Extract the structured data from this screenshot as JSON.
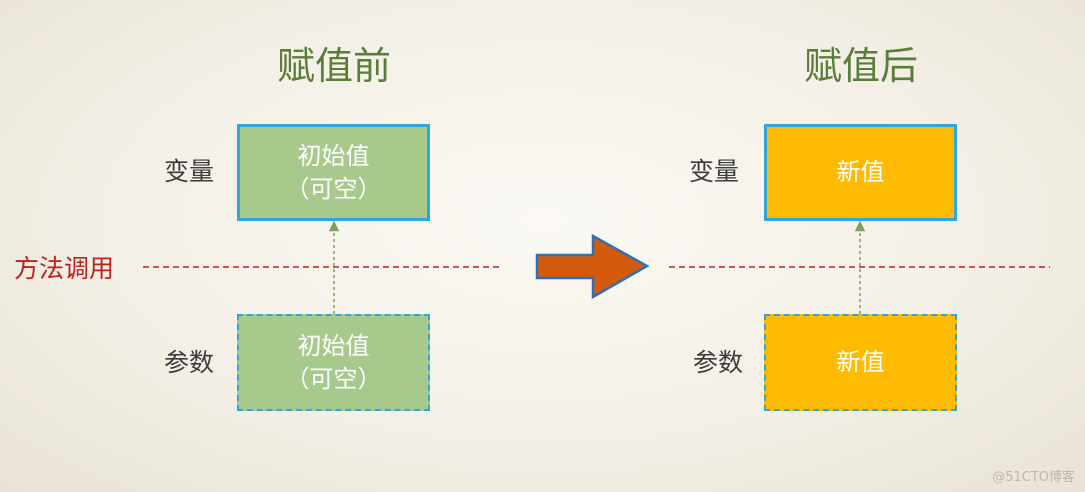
{
  "before": {
    "title": "赋值前",
    "variable_label": "变量",
    "parameter_label": "参数",
    "variable_box": {
      "line1": "初始值",
      "line2": "（可空）"
    },
    "parameter_box": {
      "line1": "初始值",
      "line2": "（可空）"
    }
  },
  "after": {
    "title": "赋值后",
    "variable_label": "变量",
    "parameter_label": "参数",
    "variable_box": {
      "line1": "新值"
    },
    "parameter_box": {
      "line1": "新值"
    }
  },
  "method_call_label": "方法调用",
  "watermark": "@51CTO博客",
  "colors": {
    "title": "#5a7e3a",
    "box_green": "#a7c98c",
    "box_gold": "#ffbb00",
    "box_border": "#2ea7dc",
    "divider": "#c0211c",
    "connector": "#7aa35a",
    "transition_arrow": "#d35a0c"
  }
}
